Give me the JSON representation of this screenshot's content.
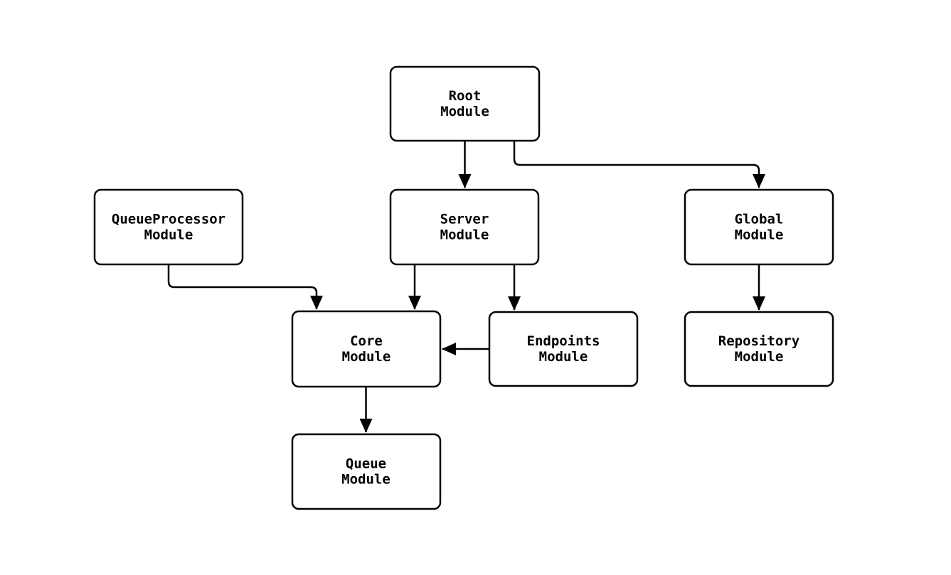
{
  "diagram": {
    "type": "flowchart",
    "colors": {
      "background": "#ffffff",
      "node_fill": "#ffffff",
      "stroke": "#000000",
      "text": "#000000"
    },
    "nodes": {
      "root": {
        "line1": "Root",
        "line2": "Module"
      },
      "queueprocessor": {
        "line1": "QueueProcessor",
        "line2": "Module"
      },
      "server": {
        "line1": "Server",
        "line2": "Module"
      },
      "global": {
        "line1": "Global",
        "line2": "Module"
      },
      "core": {
        "line1": "Core",
        "line2": "Module"
      },
      "endpoints": {
        "line1": "Endpoints",
        "line2": "Module"
      },
      "repository": {
        "line1": "Repository",
        "line2": "Module"
      },
      "queue": {
        "line1": "Queue",
        "line2": "Module"
      }
    },
    "edges": [
      {
        "from": "Root Module",
        "to": "Server Module"
      },
      {
        "from": "Root Module",
        "to": "Global Module"
      },
      {
        "from": "QueueProcessor Module",
        "to": "Core Module"
      },
      {
        "from": "Server Module",
        "to": "Core Module"
      },
      {
        "from": "Server Module",
        "to": "Endpoints Module"
      },
      {
        "from": "Endpoints Module",
        "to": "Core Module"
      },
      {
        "from": "Global Module",
        "to": "Repository Module"
      },
      {
        "from": "Core Module",
        "to": "Queue Module"
      }
    ]
  }
}
